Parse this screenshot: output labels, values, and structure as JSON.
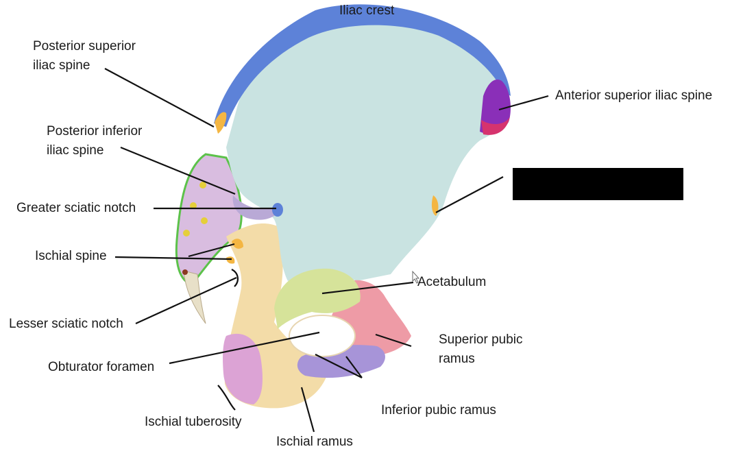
{
  "diagram": {
    "labels": {
      "iliac_crest": "Iliac crest",
      "posterior_superior_iliac_spine_line1": "Posterior superior",
      "posterior_superior_iliac_spine_line2": "iliac spine",
      "posterior_inferior_iliac_spine_line1": "Posterior inferior",
      "posterior_inferior_iliac_spine_line2": "iliac spine",
      "greater_sciatic_notch": "Greater sciatic notch",
      "ischial_spine": "Ischial spine",
      "lesser_sciatic_notch": "Lesser sciatic notch",
      "obturator_foramen": "Obturator foramen",
      "ischial_tuberosity": "Ischial tuberosity",
      "ischial_ramus": "Ischial ramus",
      "inferior_pubic_ramus": "Inferior pubic ramus",
      "superior_pubic_ramus_line1": "Superior pubic",
      "superior_pubic_ramus_line2": "ramus",
      "acetabulum": "Acetabulum",
      "anterior_superior_iliac_spine": "Anterior superior iliac spine"
    },
    "colors": {
      "ilium_body": "#c9e3e1",
      "iliac_crest": "#5d82d8",
      "asis": "#8a2fb8",
      "asis_tip": "#d6336e",
      "ischium": "#f3dca8",
      "tuberosity": "#dca3d5",
      "pubis": "#ee9ba6",
      "inferior_ramus": "#a794d8",
      "acetabulum": "#d6e39a",
      "spine_accent": "#f4b642",
      "sacral_margin": "#5cc24a",
      "redaction": "#000000"
    }
  }
}
